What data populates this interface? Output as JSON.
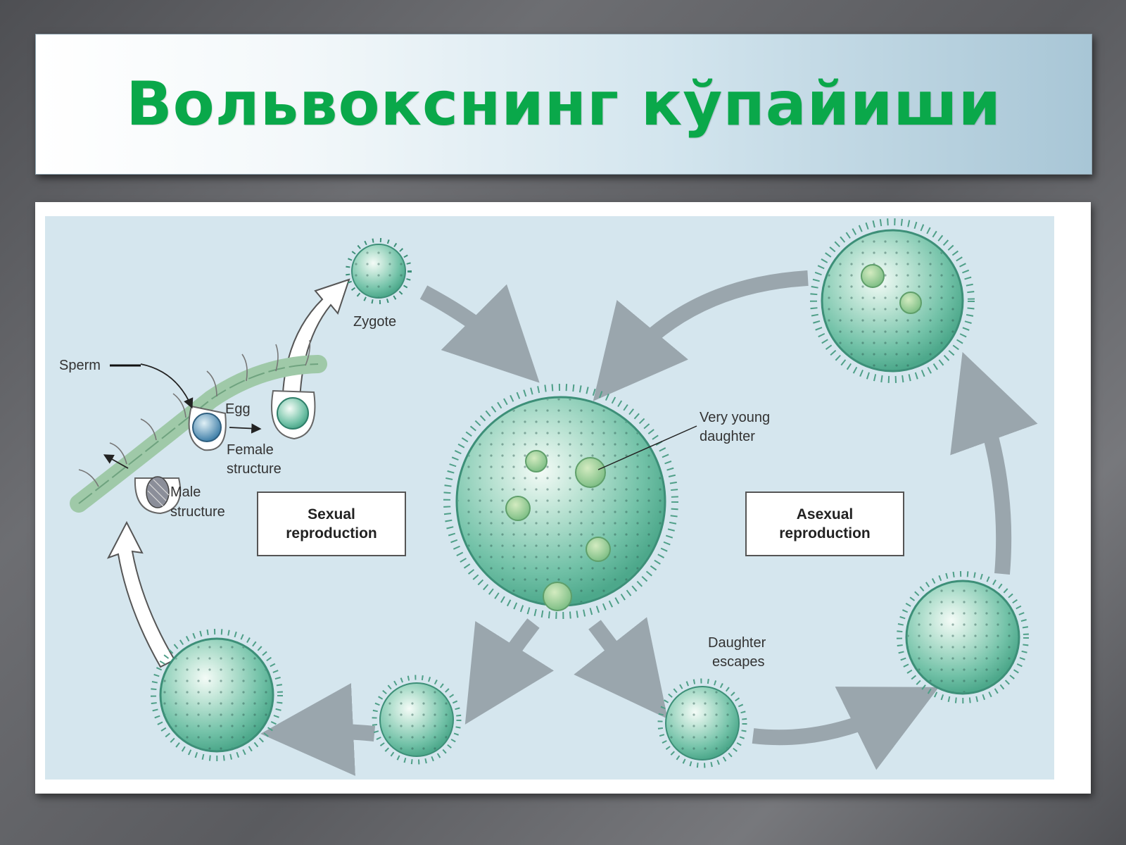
{
  "slide": {
    "title": "Вольвокснинг кўпайиши"
  },
  "diagram": {
    "labels": {
      "zygote": "Zygote",
      "sperm": "Sperm",
      "egg": "Egg",
      "female_line1": "Female",
      "female_line2": "structure",
      "male_line1": "Male",
      "male_line2": "structure",
      "young_line1": "Very young",
      "young_line2": "daughter",
      "escape_line1": "Daughter",
      "escape_line2": "escapes"
    },
    "boxes": {
      "sexual_line1": "Sexual",
      "sexual_line2": "reproduction",
      "asexual_line1": "Asexual",
      "asexual_line2": "reproduction"
    }
  },
  "colors": {
    "title_green": "#0aa84a",
    "panel_blue": "#d5e6ee",
    "colony_green": "#6fbfa6",
    "arrow_gray": "#9aa6ad"
  }
}
